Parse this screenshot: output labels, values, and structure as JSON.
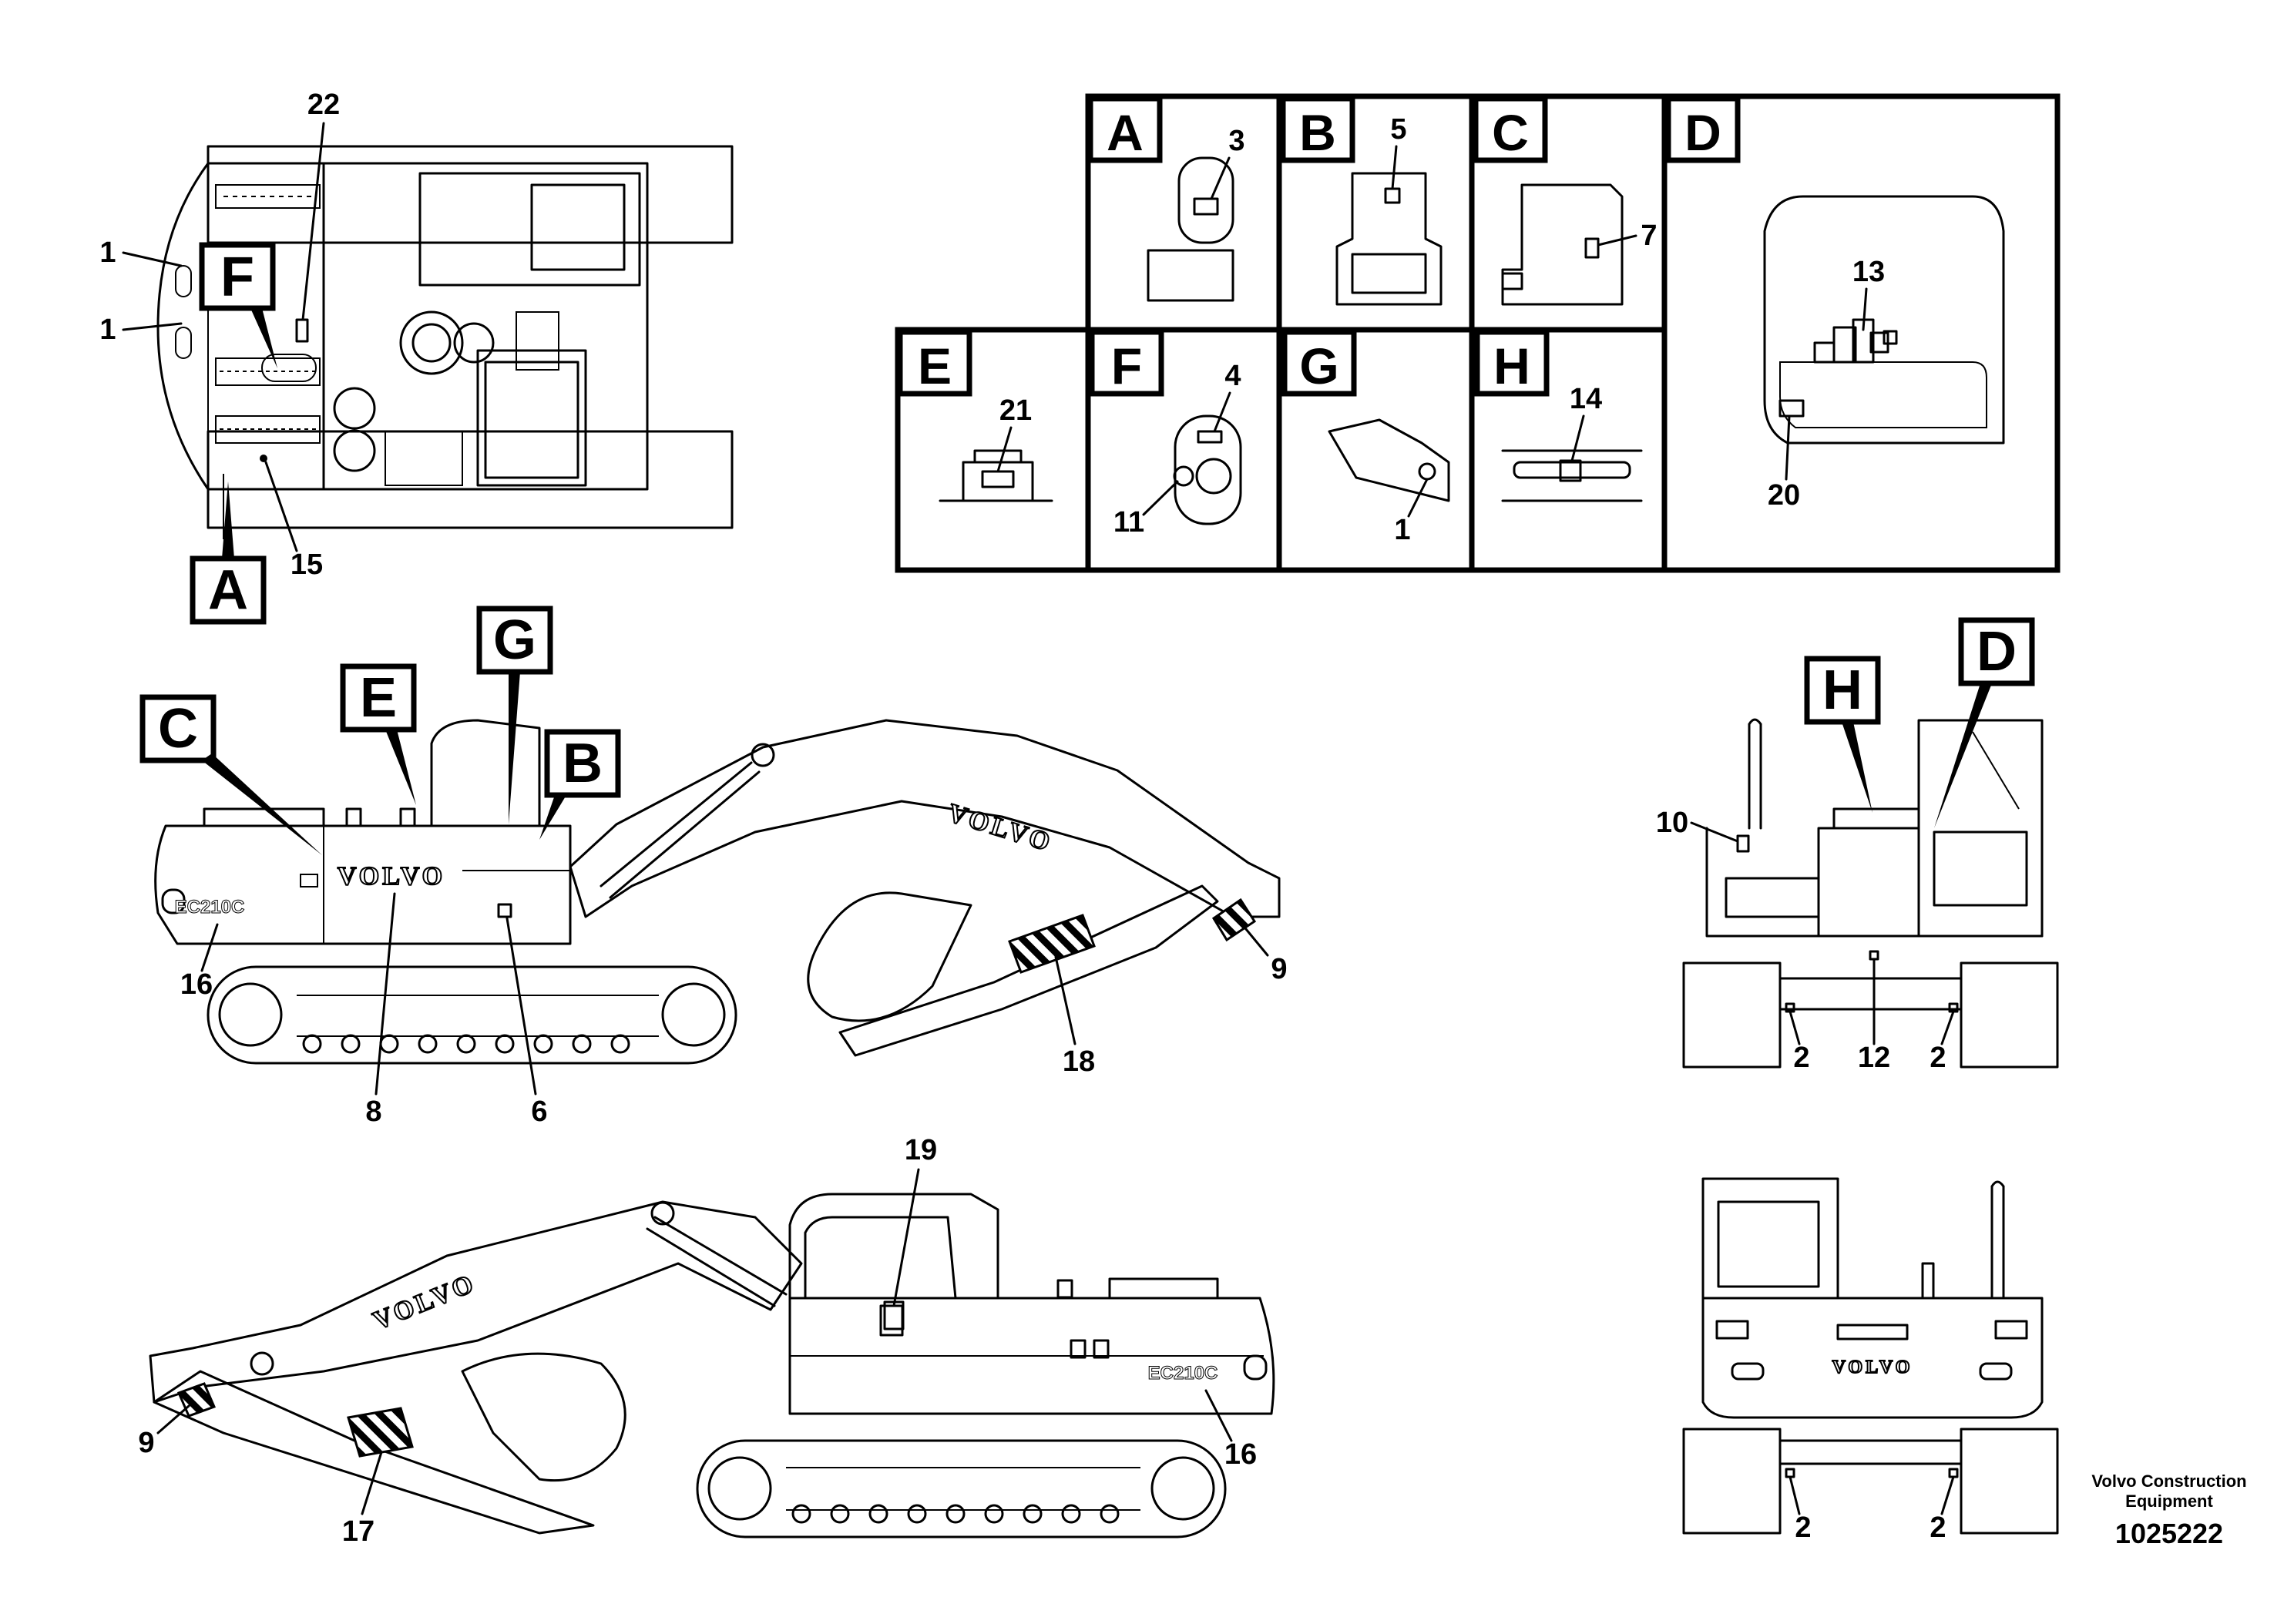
{
  "top_view": {
    "callouts": [
      "22",
      "1",
      "1",
      "15"
    ],
    "view_letters": [
      "F",
      "A"
    ]
  },
  "detail_grid": {
    "cells": [
      {
        "letter": "A",
        "callouts": [
          "3"
        ]
      },
      {
        "letter": "B",
        "callouts": [
          "5"
        ]
      },
      {
        "letter": "C",
        "callouts": [
          "7"
        ]
      },
      {
        "letter": "D",
        "callouts": [
          "13",
          "20"
        ]
      },
      {
        "letter": "E",
        "callouts": [
          "21"
        ]
      },
      {
        "letter": "F",
        "callouts": [
          "4",
          "11"
        ]
      },
      {
        "letter": "G",
        "callouts": [
          "1"
        ]
      },
      {
        "letter": "H",
        "callouts": [
          "14"
        ]
      }
    ]
  },
  "side_view_left": {
    "view_letters": [
      "C",
      "E",
      "G",
      "B"
    ],
    "callouts": [
      "16",
      "8",
      "6",
      "18",
      "9"
    ],
    "brand_upper": "VOLVO",
    "brand_boom": "VOLVO",
    "model": "EC210C"
  },
  "front_view": {
    "view_letters": [
      "H",
      "D"
    ],
    "callouts": [
      "10",
      "2",
      "12",
      "2"
    ]
  },
  "side_view_right": {
    "callouts": [
      "19",
      "9",
      "17",
      "16"
    ],
    "brand_boom": "VOLVO",
    "model": "EC210C"
  },
  "rear_view": {
    "callouts": [
      "2",
      "2"
    ],
    "brand": "VOLVO"
  },
  "footer": {
    "company_line1": "Volvo Construction",
    "company_line2": "Equipment",
    "part_number": "1025222"
  }
}
